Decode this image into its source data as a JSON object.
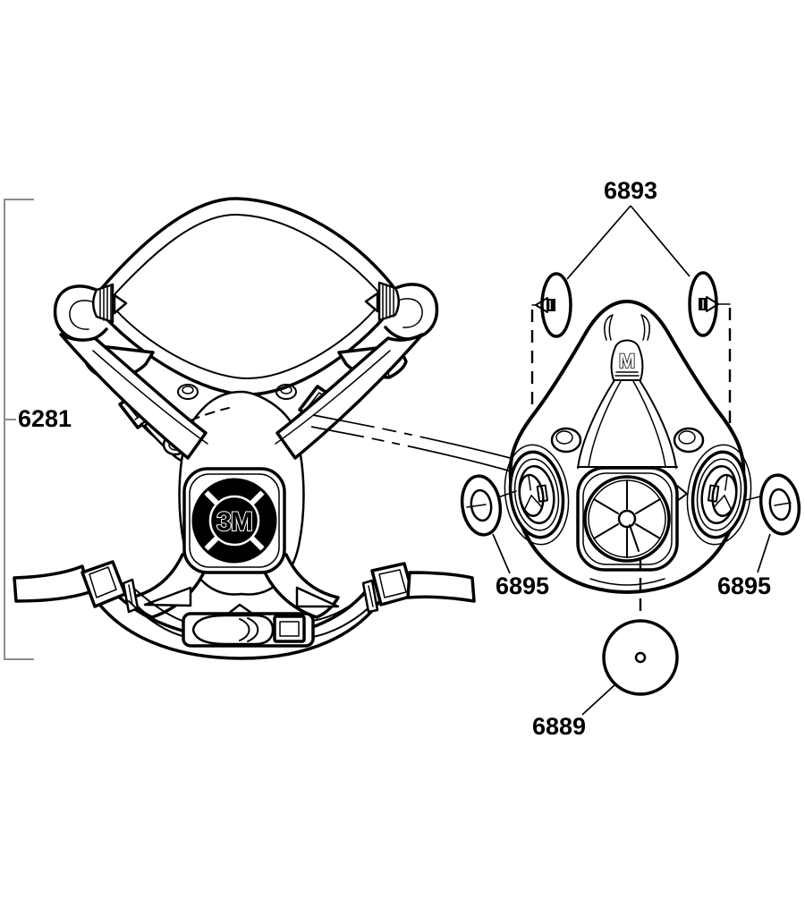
{
  "colors": {
    "background": "#ffffff",
    "line_art": "#000000",
    "bracket": "#8c8c8c"
  },
  "part_labels": {
    "harness_assembly": "6281",
    "inhalation_valves": "6893",
    "gasket_left": "6895",
    "gasket_right": "6895",
    "exhalation_valve": "6889"
  },
  "marks": {
    "brand_logo": "3M",
    "mask_mold_mark": "M"
  }
}
